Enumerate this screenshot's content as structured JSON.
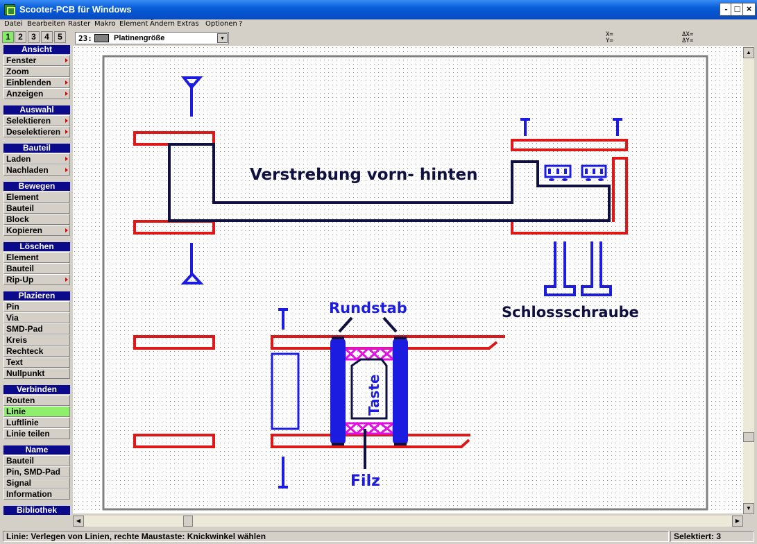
{
  "window": {
    "title": "Scooter-PCB für Windows",
    "buttons": [
      "-",
      "□",
      "×"
    ]
  },
  "menu": [
    "Datei",
    "Bearbeiten",
    "Raster",
    "Makro",
    "Element",
    "Ändern",
    "Extras",
    "Optionen",
    "?"
  ],
  "toolbar": {
    "tabs": [
      "1",
      "2",
      "3",
      "4",
      "5"
    ],
    "active_tab": "1",
    "layer": {
      "number": "23:",
      "name": "Platinengröße"
    },
    "coords": {
      "x": "X=",
      "y": "Y=",
      "dx": "ΔX=",
      "dy": "ΔY="
    }
  },
  "sidebar": [
    {
      "title": "Ansicht",
      "items": [
        {
          "label": "Fenster",
          "arrow": true
        },
        {
          "label": "Zoom",
          "arrow": false
        },
        {
          "label": "Einblenden",
          "arrow": true
        },
        {
          "label": "Anzeigen",
          "arrow": true
        }
      ]
    },
    {
      "title": "Auswahl",
      "items": [
        {
          "label": "Selektieren",
          "arrow": true
        },
        {
          "label": "Deselektieren",
          "arrow": true
        }
      ]
    },
    {
      "title": "Bauteil",
      "items": [
        {
          "label": "Laden",
          "arrow": true
        },
        {
          "label": "Nachladen",
          "arrow": true
        }
      ]
    },
    {
      "title": "Bewegen",
      "items": [
        {
          "label": "Element",
          "arrow": false
        },
        {
          "label": "Bauteil",
          "arrow": false
        },
        {
          "label": "Block",
          "arrow": false
        },
        {
          "label": "Kopieren",
          "arrow": true
        }
      ]
    },
    {
      "title": "Löschen",
      "items": [
        {
          "label": "Element",
          "arrow": false
        },
        {
          "label": "Bauteil",
          "arrow": false
        },
        {
          "label": "Rip-Up",
          "arrow": true
        }
      ]
    },
    {
      "title": "Plazieren",
      "items": [
        {
          "label": "Pin",
          "arrow": false
        },
        {
          "label": "Via",
          "arrow": false
        },
        {
          "label": "SMD-Pad",
          "arrow": false
        },
        {
          "label": "Kreis",
          "arrow": false
        },
        {
          "label": "Rechteck",
          "arrow": false
        },
        {
          "label": "Text",
          "arrow": false
        },
        {
          "label": "Nullpunkt",
          "arrow": false
        }
      ]
    },
    {
      "title": "Verbinden",
      "items": [
        {
          "label": "Routen",
          "arrow": false
        },
        {
          "label": "Linie",
          "arrow": false,
          "active": true
        },
        {
          "label": "Luftlinie",
          "arrow": false
        },
        {
          "label": "Linie teilen",
          "arrow": false
        }
      ]
    },
    {
      "title": "Name",
      "items": [
        {
          "label": "Bauteil",
          "arrow": false
        },
        {
          "label": "Pin, SMD-Pad",
          "arrow": false
        },
        {
          "label": "Signal",
          "arrow": false
        },
        {
          "label": "Information",
          "arrow": false
        }
      ]
    },
    {
      "title": "Bibliothek",
      "items": []
    }
  ],
  "drawing": {
    "labels": {
      "verstrebung": "Verstrebung vorn- hinten",
      "rundstab": "Rundstab",
      "schlossschraube": "Schlossschraube",
      "taste": "Taste",
      "filz": "Filz"
    },
    "colors": {
      "red": "#dd1818",
      "blue": "#1c1ce0",
      "navy": "#101040",
      "magenta": "#e010e0",
      "frame": "#808080"
    }
  },
  "status": {
    "text": "Linie: Verlegen von Linien,   rechte Maustaste: Knickwinkel wählen",
    "selected": "Selektiert: 3"
  }
}
